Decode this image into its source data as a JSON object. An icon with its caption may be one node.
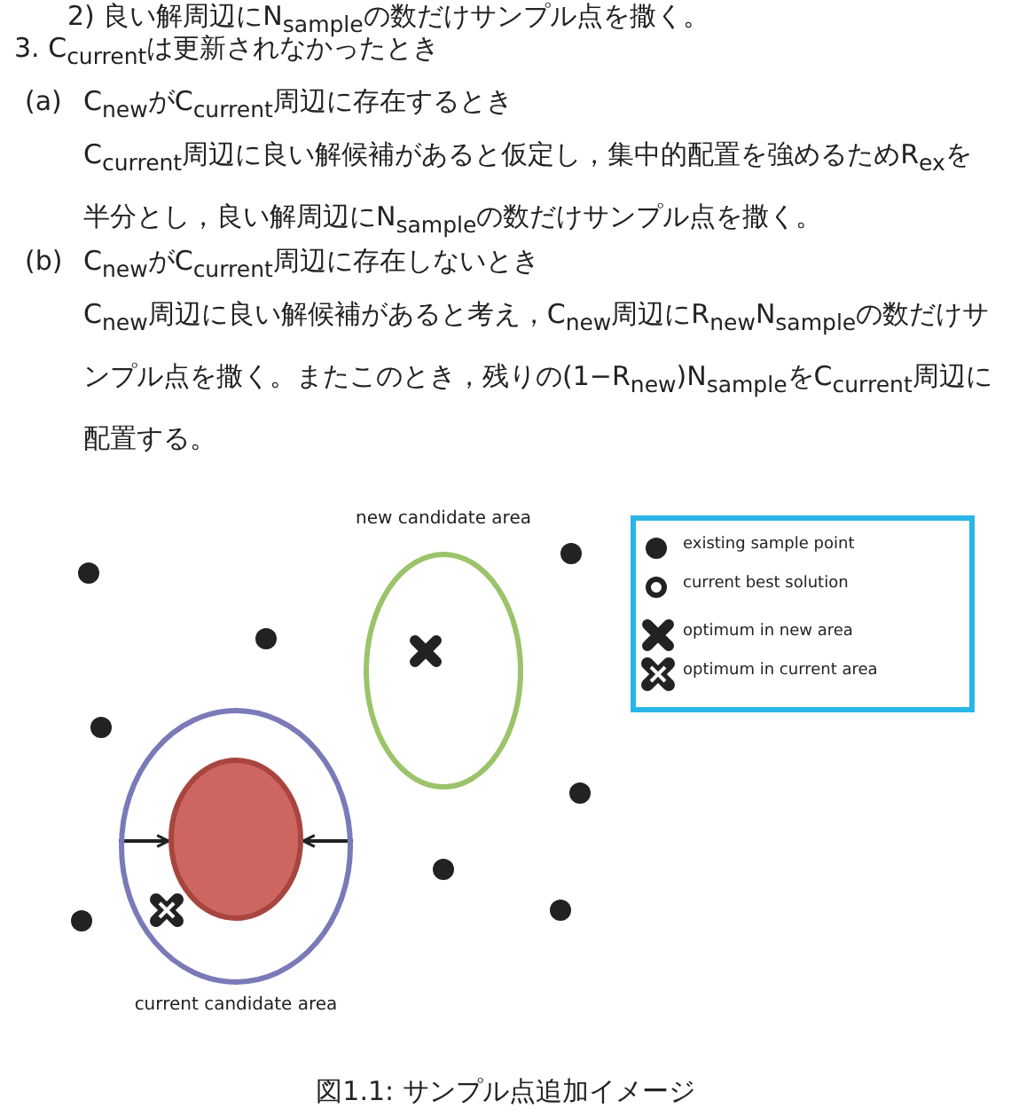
{
  "diagram": {
    "caption": "図1.1: サンプル点追加イメージ",
    "nodes": [
      {
        "text": [
          "new candidate area"
        ]
      },
      {
        "text": [
          "current candidate area"
        ]
      },
      {
        "text": [],
        "shape": "circle",
        "in": 1
      }
    ],
    "edges": [
      {
        "from": 1,
        "to": 2,
        "arrow": "to"
      },
      {
        "from": 1,
        "to": 2,
        "arrow": "to"
      }
    ],
    "labels": [
      "2) 良い解周辺にN$_{sample}$の数だけサンプル点を撒く。",
      "3. C$_{current}$は更新されなかったとき",
      "(a)",
      "C$_{new}$がC$_{current}$周辺に存在するとき",
      "C$_{current}$周辺に良い解候補があると仮定し，集中的配置を強めるためR$_{ex}$を半分とし，良い解周辺にN$_{sample}$の数だけサンプル点を撒く。",
      "(b)",
      "C$_{new}$がC$_{current}$周辺に存在しないとき",
      "C$_{new}$周辺に良い解候補があると考え，C$_{new}$周辺にR$_{new}$N$_{sample}$の数だけサンプル点を撒く。またこのとき，残りの(1−R$_{new}$)N$_{sample}$をC$_{current}$周辺に配置する。"
    ],
    "legend": [
      {
        "text": "existing sample point"
      },
      {
        "text": "current best solution"
      },
      {
        "text": "optimum in new area"
      },
      {
        "text": "optimum in current area"
      }
    ]
  }
}
